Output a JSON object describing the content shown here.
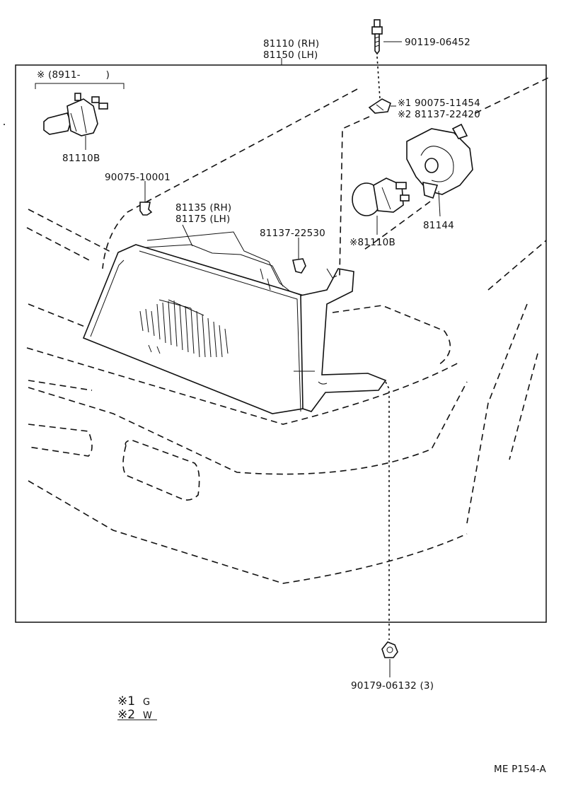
{
  "labels": {
    "assembly_rh": "81110 (RH)",
    "assembly_lh": "81150 (LH)",
    "bolt": "90119-06452",
    "clip_1": "90075-11454",
    "clip_2": "81137-22420",
    "mark_1": "※1",
    "mark_2": "※2",
    "period_note": "※ (8911-        )",
    "bulb_main": "81110B",
    "clip_small": "90075-10001",
    "housing_rh": "81135 (RH)",
    "housing_lh": "81175 (LH)",
    "retainer": "81137-22530",
    "bulb_aux": "※81110B",
    "socket_cover": "81144",
    "nut": "90179-06132 (3)",
    "legend_1": "※1",
    "legend_1_code": "G",
    "legend_2": "※2",
    "legend_2_code": "W",
    "page_code": "ME P154-A"
  }
}
